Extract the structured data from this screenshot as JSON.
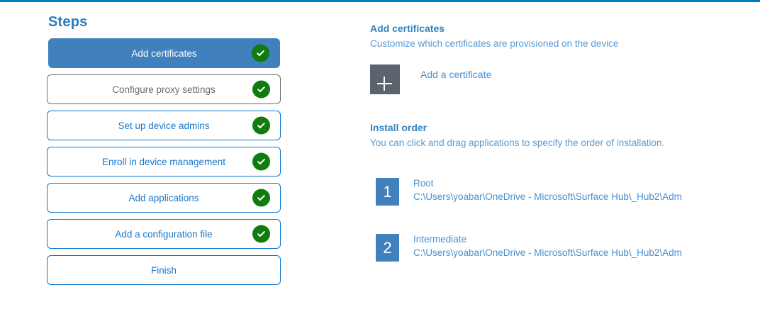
{
  "top_accent_color": "#0078c8",
  "steps_panel": {
    "title": "Steps",
    "items": [
      {
        "label": "Add certificates",
        "state": "active",
        "completed": true
      },
      {
        "label": "Configure proxy settings",
        "state": "visited",
        "completed": true
      },
      {
        "label": "Set up device admins",
        "state": "default",
        "completed": true
      },
      {
        "label": "Enroll in device management",
        "state": "default",
        "completed": true
      },
      {
        "label": "Add applications",
        "state": "default",
        "completed": true
      },
      {
        "label": "Add a configuration file",
        "state": "default",
        "completed": true
      },
      {
        "label": "Finish",
        "state": "default",
        "completed": false
      }
    ],
    "check_icon": "check-circle-icon",
    "colors": {
      "active_bg": "#3f80bd",
      "border": "#0b76cf",
      "text": "#1a77c9",
      "check": "#107c10",
      "visited_border": "#6e6e6e"
    }
  },
  "content": {
    "heading": "Add certificates",
    "subheading": "Customize which certificates are provisioned on the device",
    "add_certificate": {
      "icon": "plus-icon",
      "label": "Add a certificate",
      "tile_color": "#59646e"
    },
    "install_order": {
      "heading": "Install order",
      "subheading": "You can click and drag applications to specify the order of installation.",
      "items": [
        {
          "number": "1",
          "name": "Root",
          "path": "C:\\Users\\yoabar\\OneDrive - Microsoft\\Surface Hub\\_Hub2\\Adm"
        },
        {
          "number": "2",
          "name": "Intermediate",
          "path": "C:\\Users\\yoabar\\OneDrive - Microsoft\\Surface Hub\\_Hub2\\Adm"
        }
      ],
      "badge_color": "#3f80bd"
    }
  }
}
